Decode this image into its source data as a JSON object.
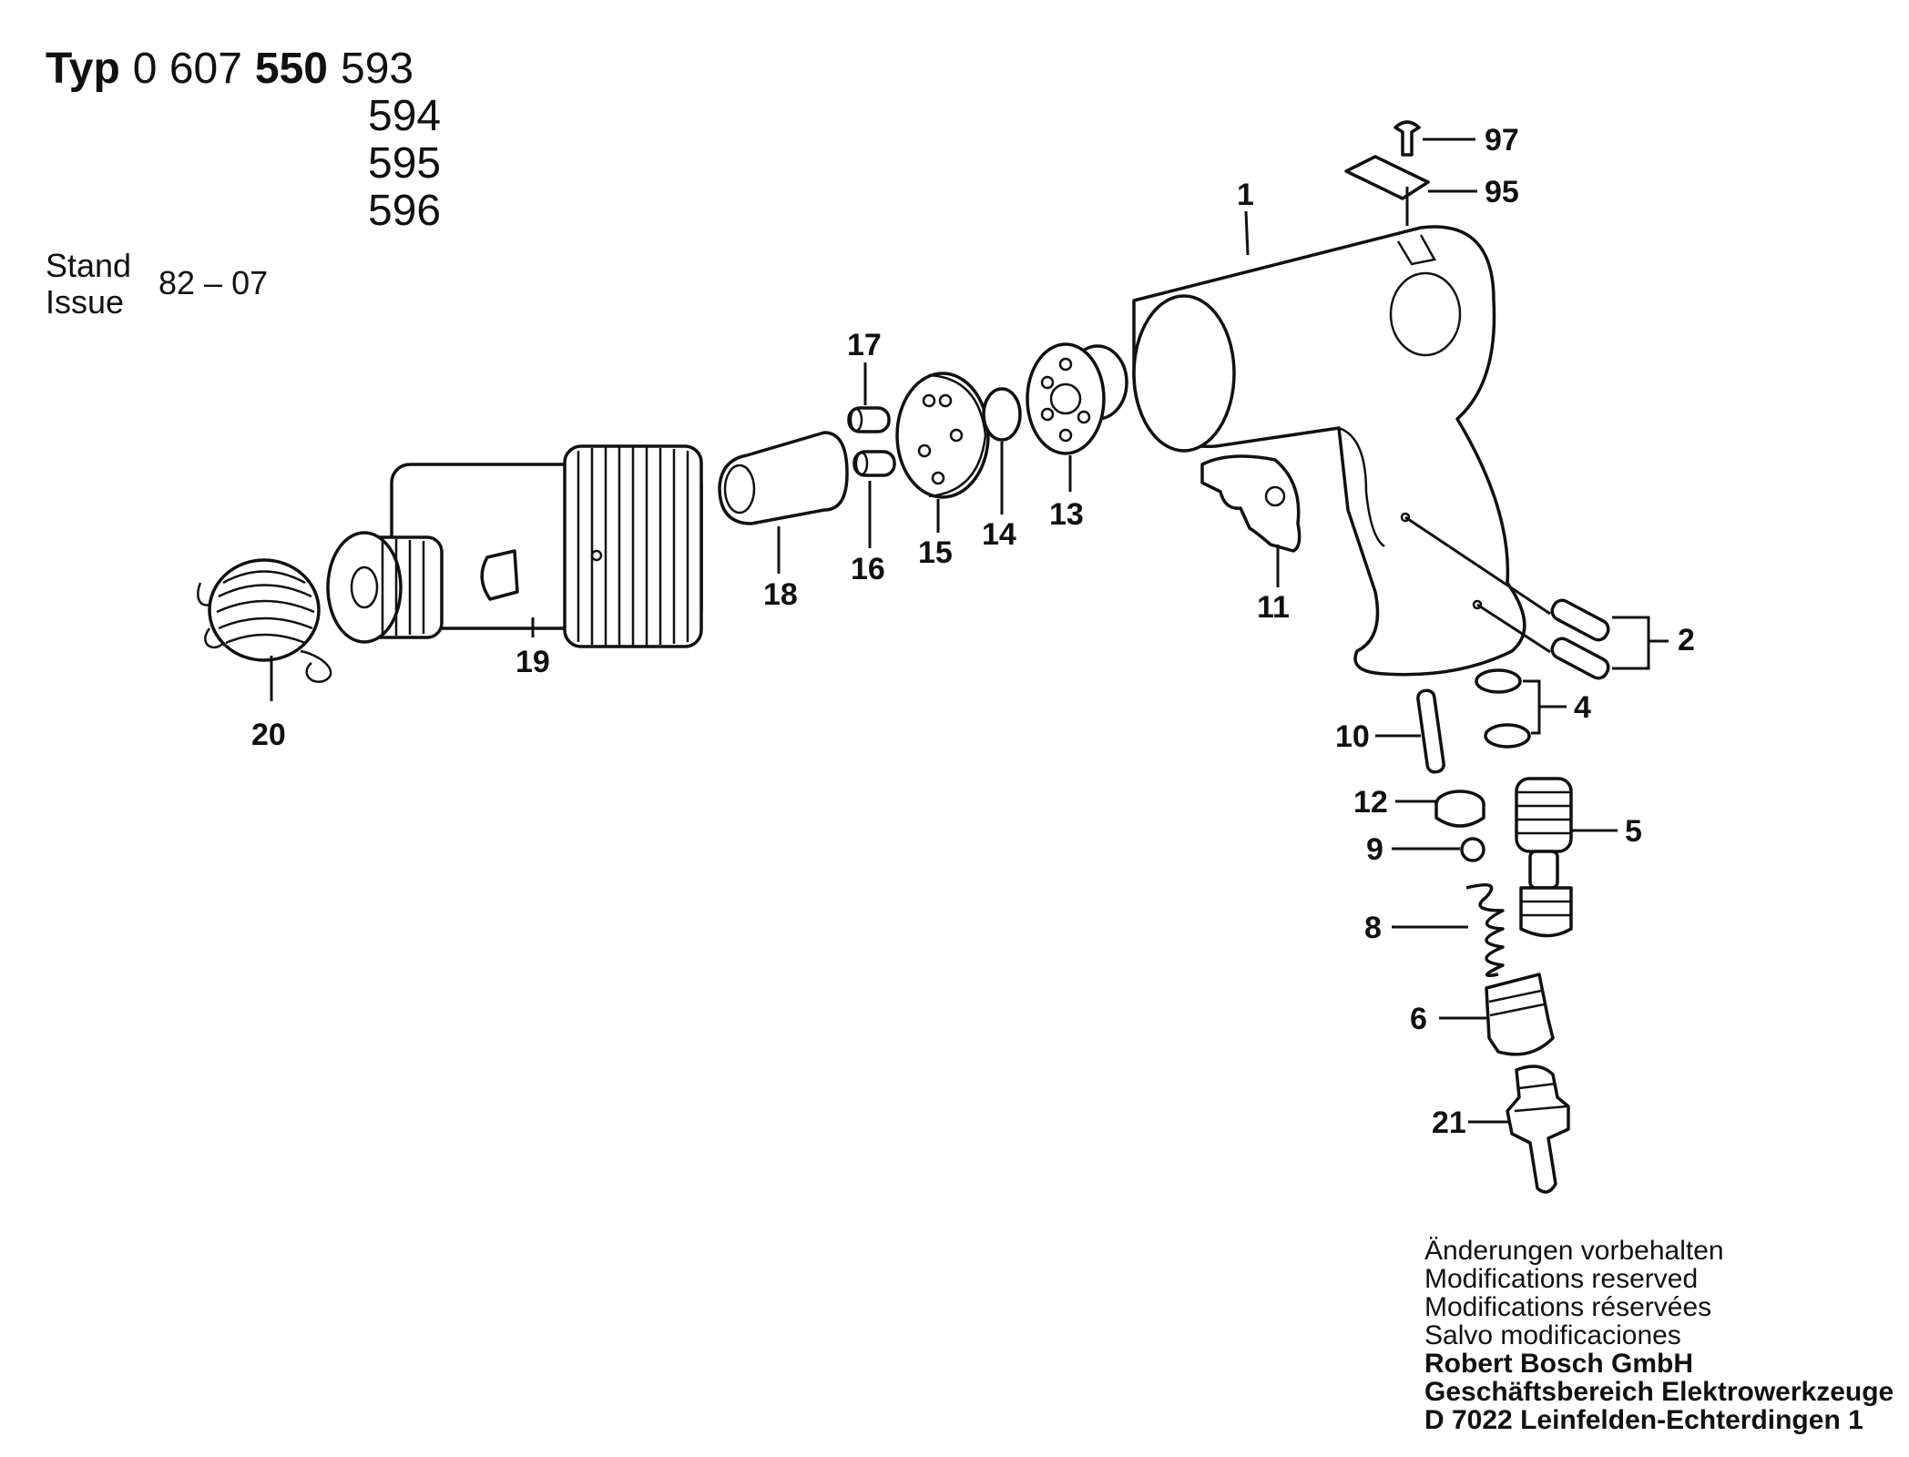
{
  "header": {
    "typ_label": "Typ",
    "number_prefix": "0 607",
    "number_group": "550",
    "variants": [
      "593",
      "594",
      "595",
      "596"
    ],
    "stand_label": "Stand",
    "issue_label": "Issue",
    "issue_value": "82 – 07"
  },
  "callouts": {
    "p1": "1",
    "p2": "2",
    "p4": "4",
    "p5": "5",
    "p6": "6",
    "p8": "8",
    "p9": "9",
    "p10": "10",
    "p11": "11",
    "p12": "12",
    "p13": "13",
    "p14": "14",
    "p15": "15",
    "p16": "16",
    "p17": "17",
    "p18": "18",
    "p19": "19",
    "p20": "20",
    "p21": "21",
    "p95": "95",
    "p97": "97"
  },
  "footer": {
    "notes": [
      "Änderungen vorbehalten",
      "Modifications reserved",
      "Modifications réservées",
      "Salvo modificaciones"
    ],
    "company": [
      "Robert Bosch GmbH",
      "Geschäftsbereich Elektrowerkzeuge",
      "D 7022 Leinfelden-Echterdingen 1"
    ]
  }
}
